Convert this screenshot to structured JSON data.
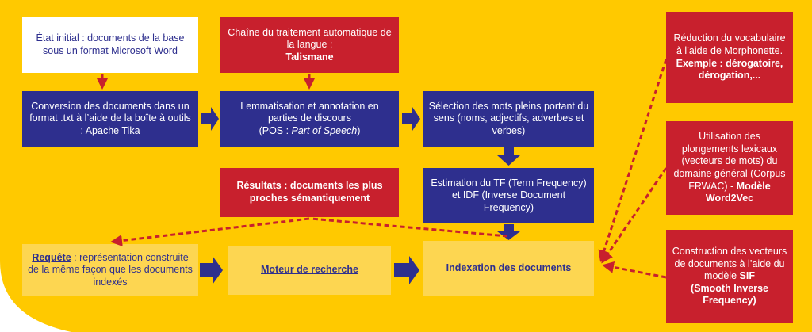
{
  "colors": {
    "background": "#ffc900",
    "navy": "#2e2f8e",
    "red": "#c8202d",
    "pale": "#fdd651",
    "white": "#ffffff"
  },
  "boxes": {
    "etat_initial": {
      "text": "État initial : documents de la base sous un format Microsoft Word"
    },
    "chaine": {
      "text": "Chaîne du traitement automatique de la langue :",
      "bold": "Talismane"
    },
    "conversion": {
      "text": "Conversion des documents dans un format .txt à l’aide de la boîte à outils : Apache Tika"
    },
    "lemmatisation": {
      "text": "Lemmatisation et annotation en parties de discours",
      "pos_prefix": "(POS : ",
      "pos_italic": "Part of Speech",
      "pos_suffix": ")"
    },
    "selection": {
      "text": "Sélection des mots pleins portant du sens (noms, adjectifs, adverbes et verbes)"
    },
    "estimation": {
      "text": "Estimation du TF (Term Frequency) et IDF (Inverse Document Frequency)"
    },
    "resultats": {
      "text": "Résultats : documents les plus proches sémantiquement"
    },
    "requete": {
      "label": "Requête",
      "text": " : représentation construite de la même façon que les documents indexés"
    },
    "moteur": {
      "text": "Moteur de recherche"
    },
    "indexation": {
      "text": "Indexation des documents"
    },
    "reduction": {
      "text": "Réduction du vocabulaire à l’aide de Morphonette.",
      "bold": "Exemple : dérogatoire, dérogation,..."
    },
    "plongements": {
      "text": "Utilisation des plongements lexicaux (vecteurs de mots) du domaine général (Corpus FRWAC) -",
      "bold": "Modèle Word2Vec"
    },
    "construction": {
      "text": "Construction des vecteurs de documents à l’aide du modèle",
      "bold1": "SIF",
      "bold2": "(Smooth Inverse Frequency)"
    }
  }
}
